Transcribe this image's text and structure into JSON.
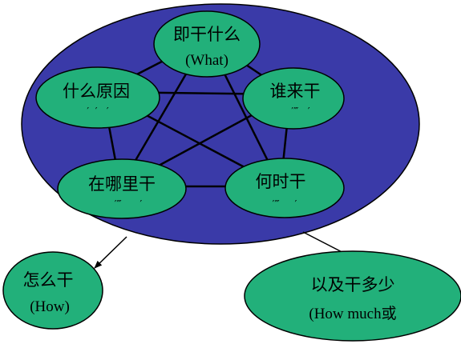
{
  "colors": {
    "big_ellipse_fill": "#3a3aa8",
    "node_fill": "#22b07a",
    "stroke": "#000000",
    "background": "#ffffff"
  },
  "nodes": {
    "what": {
      "title": "即干什么",
      "subtitle": "(What)"
    },
    "why": {
      "title": "什么原因",
      "marks": "′  ′   ′"
    },
    "who": {
      "title": "谁来干",
      "marks": "′‴   ′"
    },
    "where": {
      "title": "在哪里干",
      "marks": "′‴      ′"
    },
    "when": {
      "title": "何时干",
      "marks": "′‴     ′"
    },
    "how": {
      "title": "怎么干",
      "subtitle": "(How)"
    },
    "how_much": {
      "title": "以及干多少",
      "subtitle": "(How much或"
    }
  }
}
